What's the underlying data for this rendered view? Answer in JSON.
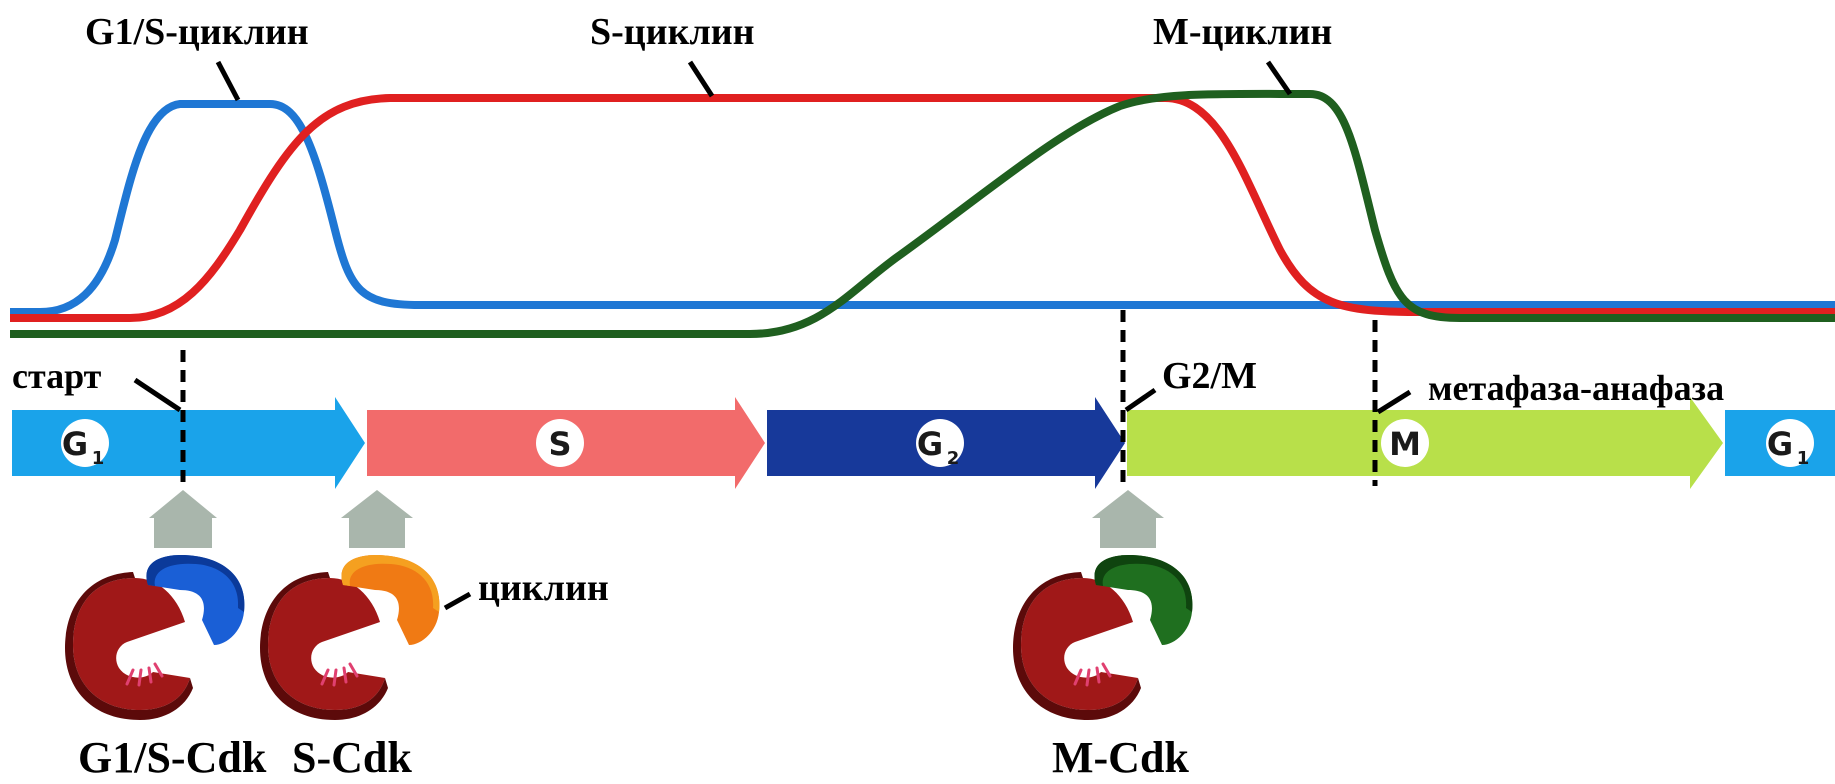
{
  "curves": {
    "g1s": {
      "label": "G1/S-циклин",
      "color": "#1f77d4"
    },
    "s": {
      "label": "S-циклин",
      "color": "#e02020"
    },
    "m": {
      "label": "M-циклин",
      "color": "#1f5f1f"
    }
  },
  "checkpoints": {
    "start": "старт",
    "g2m": "G2/M",
    "meta": "метафаза-анафаза"
  },
  "phases": [
    {
      "key": "g1a",
      "letter": "G",
      "sub": "1",
      "color": "#1aa3ea"
    },
    {
      "key": "s",
      "letter": "S",
      "sub": "",
      "color": "#f26b6b"
    },
    {
      "key": "g2",
      "letter": "G",
      "sub": "2",
      "color": "#17399a"
    },
    {
      "key": "m",
      "letter": "M",
      "sub": "",
      "color": "#b8e04a"
    },
    {
      "key": "g1b",
      "letter": "G",
      "sub": "1",
      "color": "#1aa3ea"
    }
  ],
  "complexes": {
    "g1s": {
      "label": "G1/S-Cdk",
      "cyclin_color": "#1a5fd6"
    },
    "s": {
      "label": "S-Cdk",
      "cyclin_color": "#f07a14"
    },
    "m": {
      "label": "M-Cdk",
      "cyclin_color": "#1f6f1f"
    },
    "cyclin_label": "циклин",
    "cdk_color": "#a01818"
  }
}
